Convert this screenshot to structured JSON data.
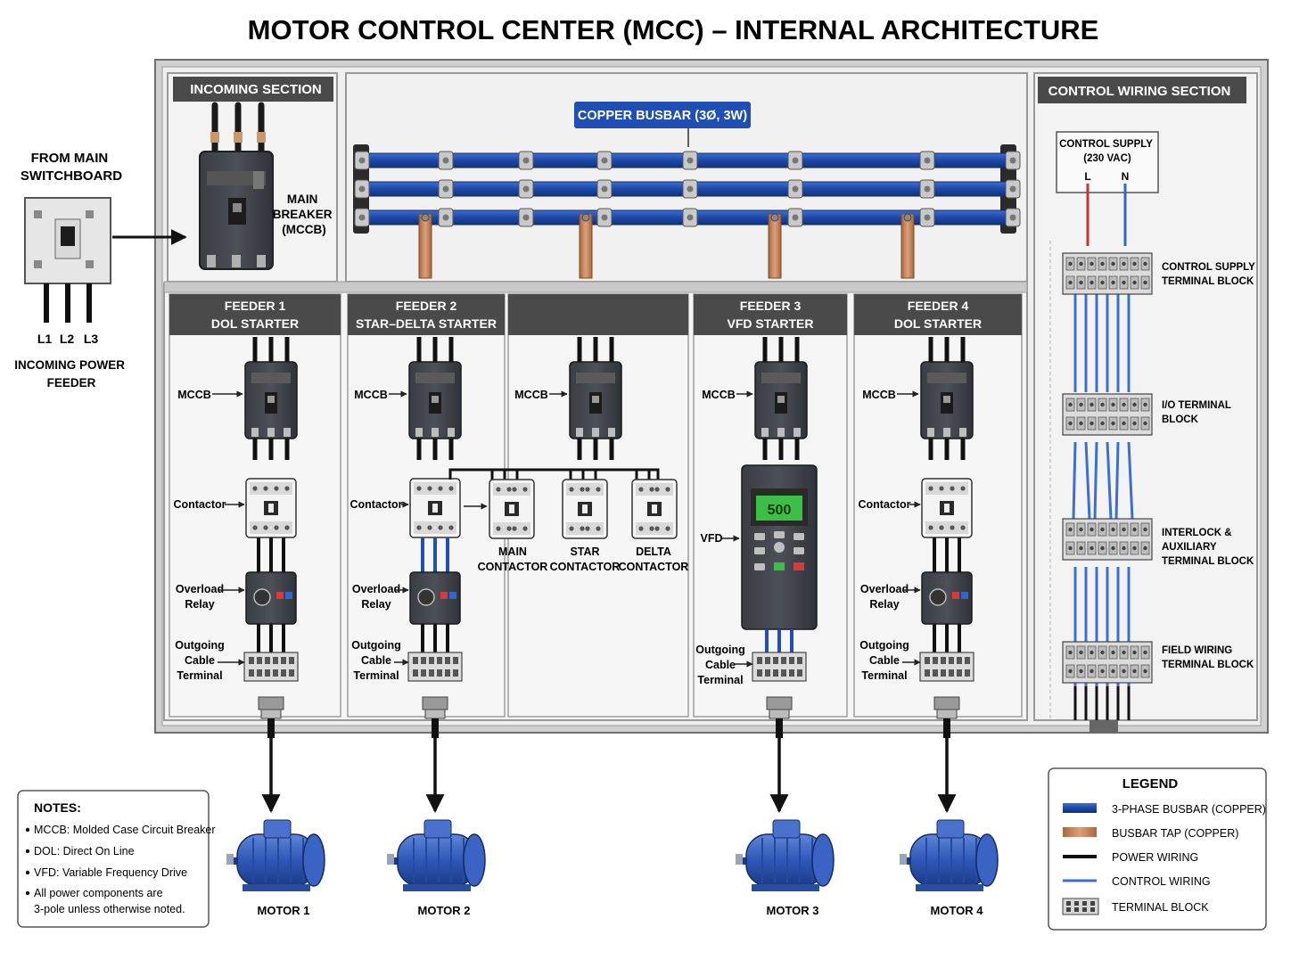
{
  "title": "MOTOR CONTROL CENTER (MCC) – INTERNAL ARCHITECTURE",
  "external": {
    "from_main": [
      "FROM MAIN",
      "SWITCHBOARD"
    ],
    "phases": [
      "L1",
      "L2",
      "L3"
    ],
    "incoming_feeder": [
      "INCOMING POWER",
      "FEEDER"
    ]
  },
  "incoming": {
    "header": "INCOMING SECTION",
    "breaker_label": [
      "MAIN",
      "BREAKER",
      "(MCCB)"
    ]
  },
  "busbar": {
    "label": "COPPER BUSBAR (3Ø, 3W)"
  },
  "feeders": [
    {
      "line1": "FEEDER 1",
      "line2": "DOL STARTER"
    },
    {
      "line1": "FEEDER 2",
      "line2": "STAR–DELTA STARTER"
    },
    {
      "line1": "FEEDER 3",
      "line2": "VFD STARTER"
    },
    {
      "line1": "FEEDER 4",
      "line2": "DOL STARTER"
    }
  ],
  "component_labels": {
    "mccb": "MCCB",
    "contactor": "Contactor",
    "overload": [
      "Overload",
      "Relay"
    ],
    "outgoing": [
      "Outgoing",
      "Cable",
      "Terminal"
    ],
    "vfd": "VFD",
    "vfd_display": "500"
  },
  "star_delta": {
    "main": [
      "MAIN",
      "CONTACTOR"
    ],
    "star": [
      "STAR",
      "CONTACTOR"
    ],
    "delta": [
      "DELTA",
      "CONTACTOR"
    ]
  },
  "control": {
    "header": "CONTROL WIRING SECTION",
    "supply": [
      "CONTROL SUPPLY",
      "(230 VAC)"
    ],
    "supply_l": "L",
    "supply_n": "N",
    "blocks": [
      [
        "CONTROL SUPPLY",
        "TERMINAL BLOCK"
      ],
      [
        "I/O TERMINAL",
        "BLOCK"
      ],
      [
        "INTERLOCK &",
        "AUXILIARY",
        "TERMINAL BLOCK"
      ],
      [
        "FIELD WIRING",
        "TERMINAL BLOCK"
      ]
    ]
  },
  "motors": [
    "MOTOR 1",
    "MOTOR 2",
    "MOTOR 3",
    "MOTOR 4"
  ],
  "notes": {
    "title": "NOTES:",
    "items": [
      "MCCB:  Molded Case Circuit Breaker",
      "DOL:  Direct On Line",
      "VFD:  Variable Frequency Drive",
      "All power components are"
    ],
    "item_cont": "3-pole unless otherwise noted."
  },
  "legend": {
    "title": "LEGEND",
    "items": [
      "3-PHASE BUSBAR (COPPER)",
      "BUSBAR TAP (COPPER)",
      "POWER WIRING",
      "CONTROL WIRING",
      "TERMINAL BLOCK"
    ]
  },
  "colors": {
    "busbar": "#1f4fb5",
    "tap": "#c98a5a",
    "header_bg": "#4a4a4a",
    "panel_bg": "#f2f2f2",
    "frame": "#8c8c8c",
    "motor": "#3a63c4",
    "control_wire": "#3d6fcf"
  }
}
